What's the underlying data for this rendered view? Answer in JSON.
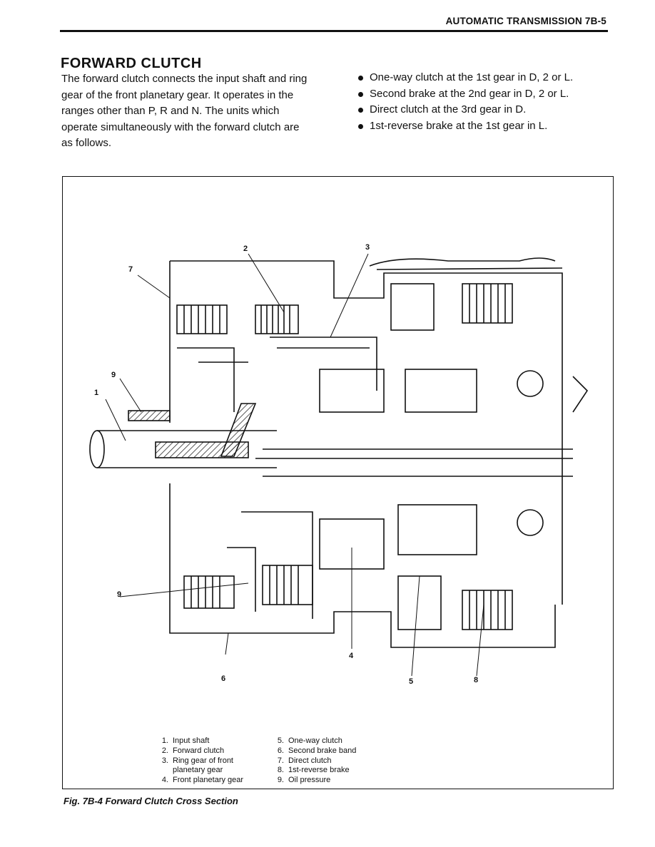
{
  "header": {
    "section": "AUTOMATIC TRANSMISSION 7B-5"
  },
  "title": "FORWARD CLUTCH",
  "intro": "The forward clutch connects the input shaft and ring gear of the front planetary gear. It operates in the ranges other than P, R and N. The units which operate simultaneously with the forward clutch are as follows.",
  "bullets": [
    "One-way clutch at the 1st gear in D, 2 or L.",
    "Second brake at the 2nd gear in D, 2 or L.",
    "Direct clutch at the 3rd gear in D.",
    "1st-reverse brake at the 1st gear in L."
  ],
  "figure": {
    "callouts": [
      "1",
      "2",
      "3",
      "4",
      "5",
      "6",
      "7",
      "8",
      "9",
      "9"
    ],
    "legend": [
      {
        "num": "1.",
        "text": "Input shaft"
      },
      {
        "num": "2.",
        "text": "Forward clutch"
      },
      {
        "num": "3.",
        "text": "Ring gear of front planetary gear"
      },
      {
        "num": "4.",
        "text": "Front planetary gear"
      },
      {
        "num": "5.",
        "text": "One-way clutch"
      },
      {
        "num": "6.",
        "text": "Second brake band"
      },
      {
        "num": "7.",
        "text": "Direct clutch"
      },
      {
        "num": "8.",
        "text": "1st-reverse brake"
      },
      {
        "num": "9.",
        "text": "Oil pressure"
      }
    ],
    "caption": "Fig. 7B-4 Forward Clutch Cross Section"
  }
}
